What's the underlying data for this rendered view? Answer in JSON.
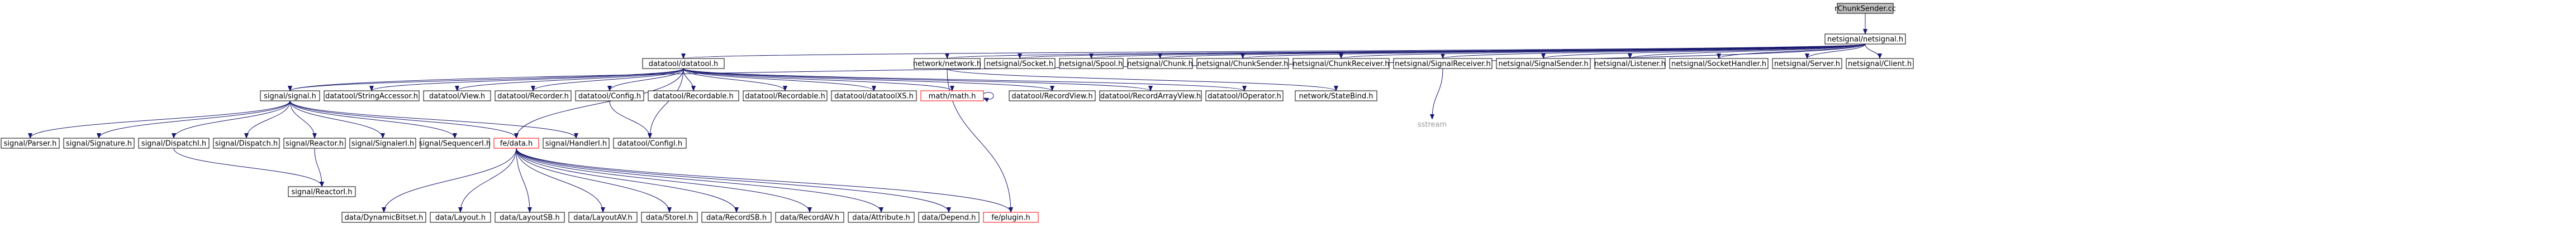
{
  "colors": {
    "edge": "#191970",
    "root_fill": "#bfbfbf",
    "missing_stroke": "#ff0000",
    "node_stroke": "#000000",
    "system_text": "#9a9a9a"
  },
  "nodes": {
    "chunksender": {
      "label": "rChunkSender.cc",
      "style": "root"
    },
    "netsignal": {
      "label": "netsignal/netsignal.h",
      "style": "normal"
    },
    "datatool": {
      "label": "datatool/datatool.h",
      "style": "normal"
    },
    "network": {
      "label": "network/network.h",
      "style": "normal"
    },
    "socket": {
      "label": "netsignal/Socket.h",
      "style": "normal"
    },
    "spool": {
      "label": "netsignal/Spool.h",
      "style": "normal"
    },
    "chunk": {
      "label": "netsignal/Chunk.h",
      "style": "normal"
    },
    "chunksenderh": {
      "label": "netsignal/ChunkSender.h",
      "style": "normal"
    },
    "chunkreceiver": {
      "label": "netsignal/ChunkReceiver.h",
      "style": "normal"
    },
    "sigreceiver": {
      "label": "netsignal/SignalReceiver.h",
      "style": "normal"
    },
    "sigsender": {
      "label": "netsignal/SignalSender.h",
      "style": "normal"
    },
    "listener": {
      "label": "netsignal/Listener.h",
      "style": "normal"
    },
    "sockethandler": {
      "label": "netsignal/SocketHandler.h",
      "style": "normal"
    },
    "server": {
      "label": "netsignal/Server.h",
      "style": "normal"
    },
    "client": {
      "label": "netsignal/Client.h",
      "style": "normal"
    },
    "signal": {
      "label": "signal/signal.h",
      "style": "normal"
    },
    "stringaccessor": {
      "label": "datatool/StringAccessor.h",
      "style": "normal"
    },
    "view": {
      "label": "datatool/View.h",
      "style": "normal"
    },
    "recorder": {
      "label": "datatool/Recorder.h",
      "style": "normal"
    },
    "config": {
      "label": "datatool/Config.h",
      "style": "normal"
    },
    "recordable": {
      "label": "datatool/Recordable.h",
      "style": "normal"
    },
    "recordableh": {
      "label": "datatool/Recordable.h",
      "style": "normal"
    },
    "datatoolxs": {
      "label": "datatool/datatoolXS.h",
      "style": "normal"
    },
    "math": {
      "label": "math/math.h",
      "style": "red"
    },
    "recordview": {
      "label": "datatool/RecordView.h",
      "style": "normal"
    },
    "recordarrayview": {
      "label": "datatool/RecordArrayView.h",
      "style": "normal"
    },
    "ioperator": {
      "label": "datatool/IOperator.h",
      "style": "normal"
    },
    "statebind": {
      "label": "network/StateBind.h",
      "style": "normal"
    },
    "sstream": {
      "label": "sstream",
      "style": "plain"
    },
    "parser": {
      "label": "signal/Parser.h",
      "style": "normal"
    },
    "signature": {
      "label": "signal/Signature.h",
      "style": "normal"
    },
    "dispatchi": {
      "label": "signal/DispatchI.h",
      "style": "normal"
    },
    "dispatch": {
      "label": "signal/Dispatch.h",
      "style": "normal"
    },
    "reactor": {
      "label": "signal/Reactor.h",
      "style": "normal"
    },
    "signalert": {
      "label": "signal/SignalerI.h",
      "style": "normal"
    },
    "sequencer": {
      "label": "signal/SequencerI.h",
      "style": "normal"
    },
    "fedata": {
      "label": "fe/data.h",
      "style": "red"
    },
    "handler": {
      "label": "signal/HandlerI.h",
      "style": "normal"
    },
    "configi": {
      "label": "datatool/ConfigI.h",
      "style": "normal"
    },
    "reactori": {
      "label": "signal/ReactorI.h",
      "style": "normal"
    },
    "dynbitset": {
      "label": "data/DynamicBitset.h",
      "style": "normal"
    },
    "layout": {
      "label": "data/Layout.h",
      "style": "normal"
    },
    "layoutsb": {
      "label": "data/LayoutSB.h",
      "style": "normal"
    },
    "layoutav": {
      "label": "data/LayoutAV.h",
      "style": "normal"
    },
    "storei": {
      "label": "data/StoreI.h",
      "style": "normal"
    },
    "recordsb": {
      "label": "data/RecordSB.h",
      "style": "normal"
    },
    "recordav": {
      "label": "data/RecordAV.h",
      "style": "normal"
    },
    "attribute": {
      "label": "data/Attribute.h",
      "style": "normal"
    },
    "depend": {
      "label": "data/Depend.h",
      "style": "normal"
    },
    "feplugin": {
      "label": "fe/plugin.h",
      "style": "red"
    }
  },
  "edges": [
    [
      "chunksender",
      "netsignal"
    ],
    [
      "netsignal",
      "datatool"
    ],
    [
      "netsignal",
      "network"
    ],
    [
      "netsignal",
      "socket"
    ],
    [
      "netsignal",
      "spool"
    ],
    [
      "netsignal",
      "chunk"
    ],
    [
      "netsignal",
      "chunksenderh"
    ],
    [
      "netsignal",
      "chunkreceiver"
    ],
    [
      "netsignal",
      "sigreceiver"
    ],
    [
      "netsignal",
      "sigsender"
    ],
    [
      "netsignal",
      "listener"
    ],
    [
      "netsignal",
      "sockethandler"
    ],
    [
      "netsignal",
      "server"
    ],
    [
      "netsignal",
      "client"
    ],
    [
      "netsignal",
      "signal"
    ],
    [
      "datatool",
      "signal"
    ],
    [
      "datatool",
      "stringaccessor"
    ],
    [
      "datatool",
      "view"
    ],
    [
      "datatool",
      "recorder"
    ],
    [
      "datatool",
      "config"
    ],
    [
      "datatool",
      "recordable"
    ],
    [
      "datatool",
      "recordableh"
    ],
    [
      "datatool",
      "datatoolxs"
    ],
    [
      "datatool",
      "math"
    ],
    [
      "datatool",
      "recordview"
    ],
    [
      "datatool",
      "recordarrayview"
    ],
    [
      "datatool",
      "ioperator"
    ],
    [
      "datatool",
      "configi"
    ],
    [
      "datatool",
      "fedata"
    ],
    [
      "math",
      "math"
    ],
    [
      "network",
      "statebind"
    ],
    [
      "network",
      "feplugin"
    ],
    [
      "sigreceiver",
      "sstream"
    ],
    [
      "signal",
      "parser"
    ],
    [
      "signal",
      "signature"
    ],
    [
      "signal",
      "dispatchi"
    ],
    [
      "signal",
      "dispatch"
    ],
    [
      "signal",
      "reactor"
    ],
    [
      "signal",
      "signalert"
    ],
    [
      "signal",
      "sequencer"
    ],
    [
      "signal",
      "fedata"
    ],
    [
      "signal",
      "handler"
    ],
    [
      "config",
      "configi"
    ],
    [
      "reactor",
      "reactori"
    ],
    [
      "dispatchi",
      "reactori"
    ],
    [
      "fedata",
      "dynbitset"
    ],
    [
      "fedata",
      "layout"
    ],
    [
      "fedata",
      "layoutsb"
    ],
    [
      "fedata",
      "layoutav"
    ],
    [
      "fedata",
      "storei"
    ],
    [
      "fedata",
      "recordsb"
    ],
    [
      "fedata",
      "recordav"
    ],
    [
      "fedata",
      "attribute"
    ],
    [
      "fedata",
      "depend"
    ],
    [
      "fedata",
      "feplugin"
    ]
  ]
}
